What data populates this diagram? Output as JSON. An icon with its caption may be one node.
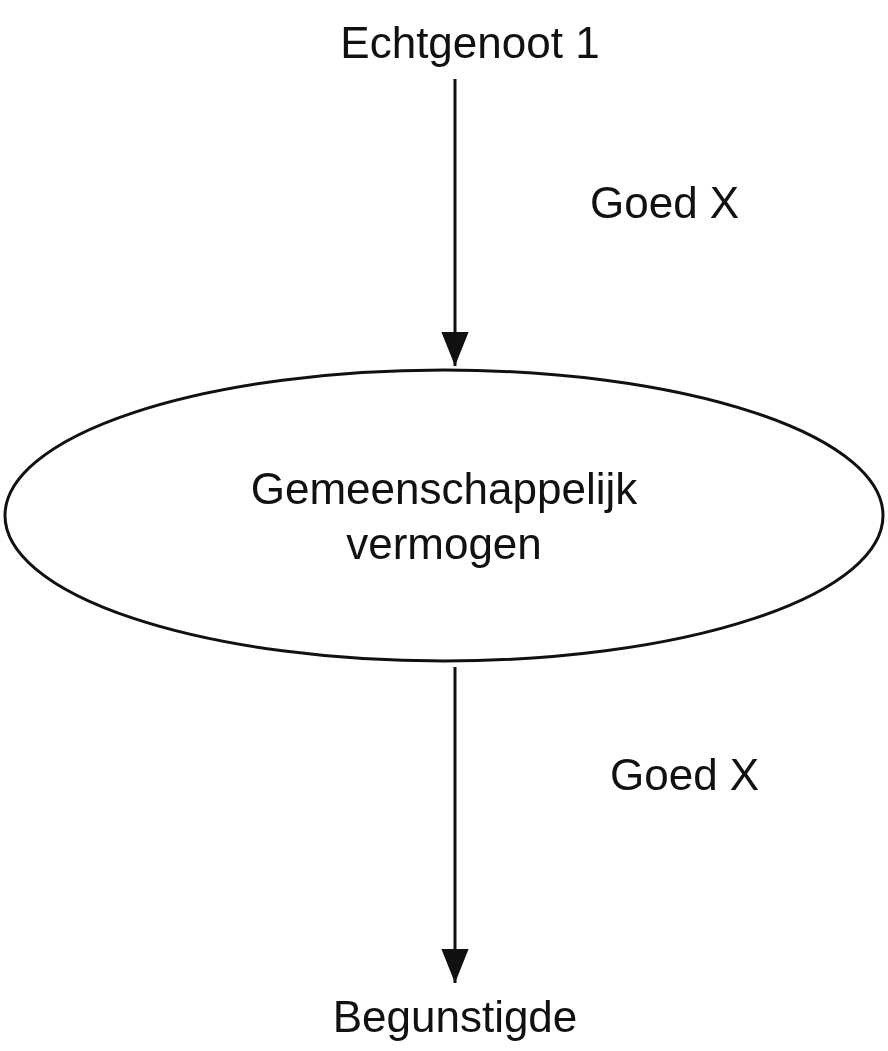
{
  "diagram": {
    "nodes": [
      {
        "text": [
          "Echtgenoot 1"
        ]
      },
      {
        "text": [
          "Gemeenschappelijk vermogen"
        ]
      },
      {
        "text": [
          "Begunstigde"
        ]
      }
    ],
    "edges": [
      {
        "from": 0,
        "to": 1,
        "arrow": "to",
        "label": "Goed X"
      },
      {
        "from": 1,
        "to": 2,
        "arrow": "to",
        "label": "Goed X"
      }
    ]
  }
}
